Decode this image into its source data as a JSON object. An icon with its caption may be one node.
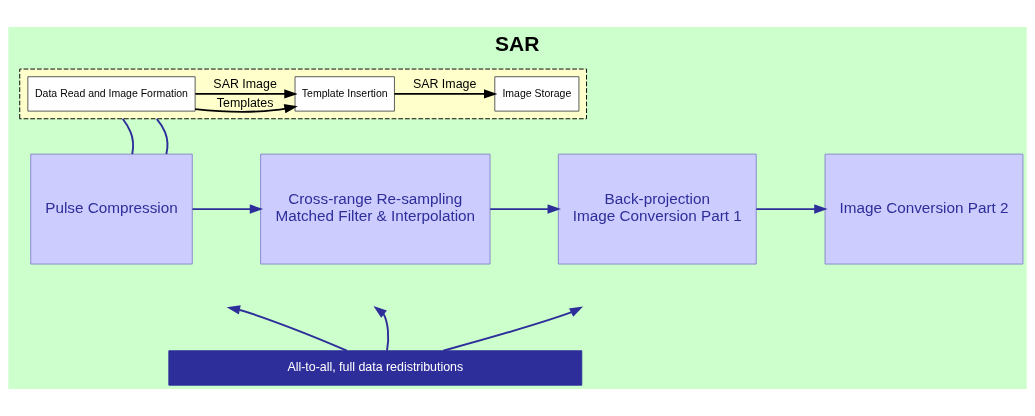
{
  "diagram": {
    "title": "SAR",
    "nodes": [
      {
        "text": [],
        "shape": "box"
      },
      {
        "text": [
          "Data Read and Image Formation"
        ],
        "in": 0
      },
      {
        "text": [
          "Template Insertion"
        ],
        "in": 0
      },
      {
        "text": [
          "Image Storage"
        ],
        "in": 0
      },
      {
        "text": [
          "Pulse Compression"
        ]
      },
      {
        "text": [
          "Cross-range Re-sampling",
          "Matched Filter & Interpolation"
        ]
      },
      {
        "text": [
          "Back-projection",
          "Image Conversion Part 1"
        ]
      },
      {
        "text": [
          "Image Conversion Part 2"
        ]
      },
      {
        "text": [
          "All-to-all, full data redistributions"
        ]
      }
    ],
    "edges": [
      {
        "from": 1,
        "to": 2,
        "arrow": "to",
        "label": "SAR Image",
        "color": "#000000"
      },
      {
        "from": 1,
        "to": 2,
        "arrow": "to",
        "label": "Templates",
        "color": "#000000"
      },
      {
        "from": 2,
        "to": 3,
        "arrow": "to",
        "label": "SAR Image",
        "color": "#000000"
      },
      {
        "from": 4,
        "to": 0,
        "arrow": "none"
      },
      {
        "from": 4,
        "to": 0,
        "arrow": "none"
      },
      {
        "from": 4,
        "to": 5,
        "arrow": "to"
      },
      {
        "from": 5,
        "to": 6,
        "arrow": "to"
      },
      {
        "from": 6,
        "to": 7,
        "arrow": "to"
      },
      {
        "from": 8,
        "to": null,
        "arrow": "to"
      },
      {
        "from": 8,
        "to": null,
        "arrow": "to"
      },
      {
        "from": 8,
        "to": null,
        "arrow": "to"
      }
    ]
  }
}
